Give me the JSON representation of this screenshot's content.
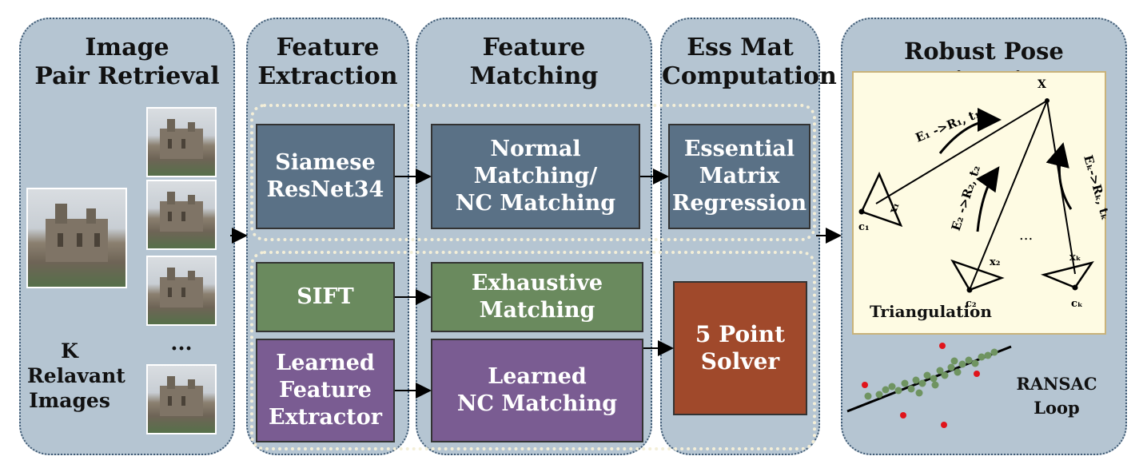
{
  "panels": {
    "retrieval": "Image\nPair Retrieval",
    "extraction": "Feature\nExtraction",
    "matching": "Feature\nMatching",
    "essmat": "Ess Mat\nComputation",
    "pose": "Robust Pose Estimation"
  },
  "retrieval": {
    "dots": "...",
    "k_label": "K\nRelavant\nImages"
  },
  "boxes": {
    "siamese": "Siamese\nResNet34",
    "normal": "Normal\nMatching/\nNC Matching",
    "essential": "Essential\nMatrix\nRegression",
    "sift": "SIFT",
    "exhaustive": "Exhaustive\nMatching",
    "learned_fe": "Learned\nFeature\nExtractor",
    "learned_nc": "Learned\nNC Matching",
    "solver": "5 Point\nSolver"
  },
  "pose": {
    "x": "X",
    "triangulation": "Triangulation",
    "e1": "E",
    "e1_rest": "1",
    "c1": "c",
    "c2": "c",
    "ck": "c",
    "dots": "...",
    "ransac": "RANSAC\nLoop"
  },
  "colors": {
    "panel": "#b5c5d2",
    "blue_box": "#5a7186",
    "green_box": "#6a8a5e",
    "purple_box": "#7a5c92",
    "orange_box": "#a0492b",
    "inlier": "#6f9461",
    "outlier": "#e0141b"
  }
}
